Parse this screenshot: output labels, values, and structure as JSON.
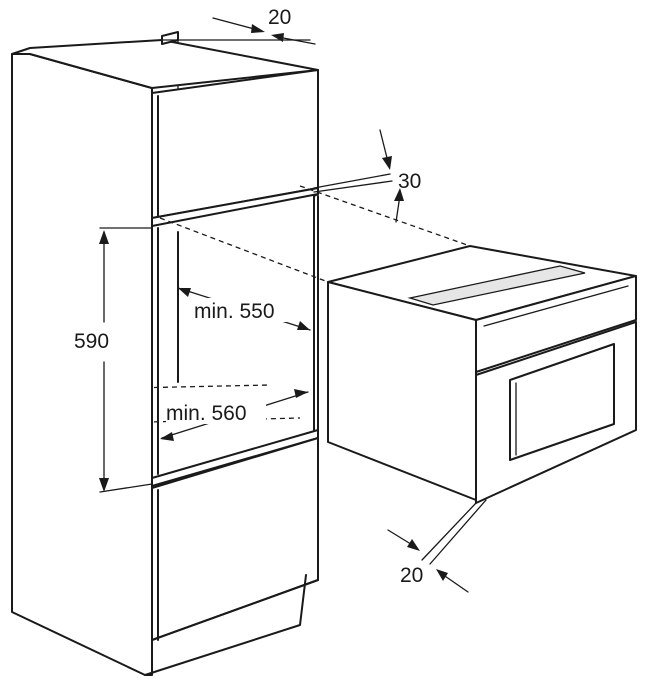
{
  "dimensions": {
    "top_gap": "20",
    "rear_gap": "30",
    "niche_height": "590",
    "niche_depth": "min. 550",
    "niche_width": "min. 560",
    "front_gap": "20"
  },
  "colors": {
    "line": "#1a1a1a",
    "background": "#ffffff"
  }
}
